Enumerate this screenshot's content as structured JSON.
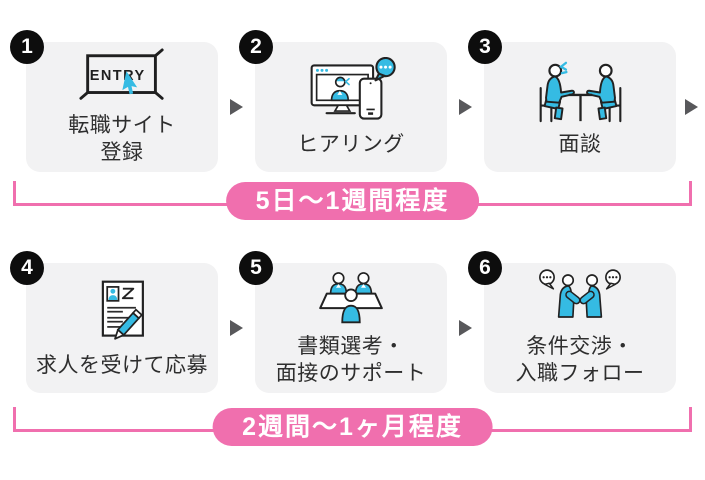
{
  "diagram": {
    "type": "process-flow",
    "steps": [
      {
        "number": "1",
        "label_lines": [
          "転職サイト",
          "登録"
        ],
        "icon": "entry-form-icon",
        "icon_text": "ENTRY"
      },
      {
        "number": "2",
        "label_lines": [
          "ヒアリング"
        ],
        "icon": "video-call-icon"
      },
      {
        "number": "3",
        "label_lines": [
          "面談"
        ],
        "icon": "meeting-icon"
      },
      {
        "number": "4",
        "label_lines": [
          "求人を受けて応募"
        ],
        "icon": "resume-icon"
      },
      {
        "number": "5",
        "label_lines": [
          "書類選考・",
          "面接のサポート"
        ],
        "icon": "interview-support-icon"
      },
      {
        "number": "6",
        "label_lines": [
          "条件交渉・",
          "入職フォロー"
        ],
        "icon": "handshake-icon"
      }
    ],
    "durations": [
      {
        "label": "5日〜1週間程度"
      },
      {
        "label": "2週間〜1ヶ月程度"
      }
    ]
  },
  "colors": {
    "accent_pink": "#F06FAE",
    "icon_cyan": "#35BBE3",
    "card_background": "#F2F2F3",
    "badge_background": "#0D0D0D",
    "arrow_gray": "#58585B",
    "text_color": "#2E2E2E"
  }
}
